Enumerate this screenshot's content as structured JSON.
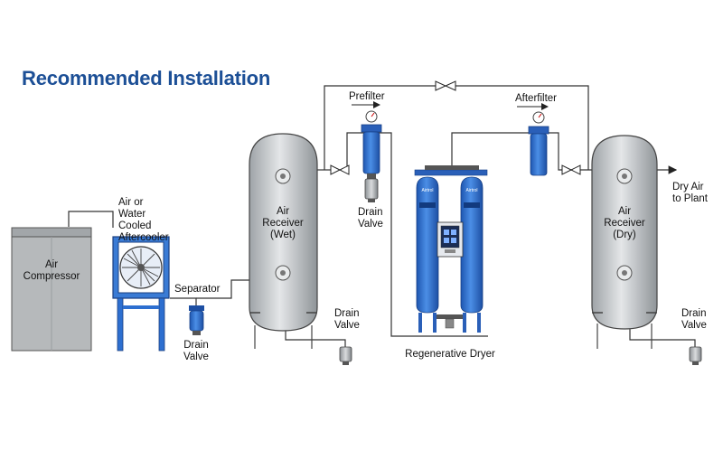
{
  "title": "Recommended Installation",
  "labels": {
    "air_compressor": "Air\nCompressor",
    "aftercooler": "Air or\nWater\nCooled\nAftercooler",
    "separator": "Separator",
    "drain_valve_separator": "Drain\nValve",
    "air_receiver_wet": "Air\nReceiver\n(Wet)",
    "drain_valve_wet": "Drain\nValve",
    "prefilter": "Prefilter",
    "drain_valve_prefilter": "Drain\nValve",
    "regenerative_dryer": "Regenerative Dryer",
    "afterfilter": "Afterfilter",
    "air_receiver_dry": "Air\nReceiver\n(Dry)",
    "dry_air_to_plant": "Dry Air\nto Plant",
    "drain_valve_dry": "Drain\nValve",
    "dryer_brand": "Airtrol"
  },
  "colors": {
    "title": "#1c4f96",
    "filter_blue": "#2d6fd0",
    "tank_gray": "#c4c8cc",
    "compressor_gray": "#b6b9bb",
    "pipe": "#333333"
  }
}
